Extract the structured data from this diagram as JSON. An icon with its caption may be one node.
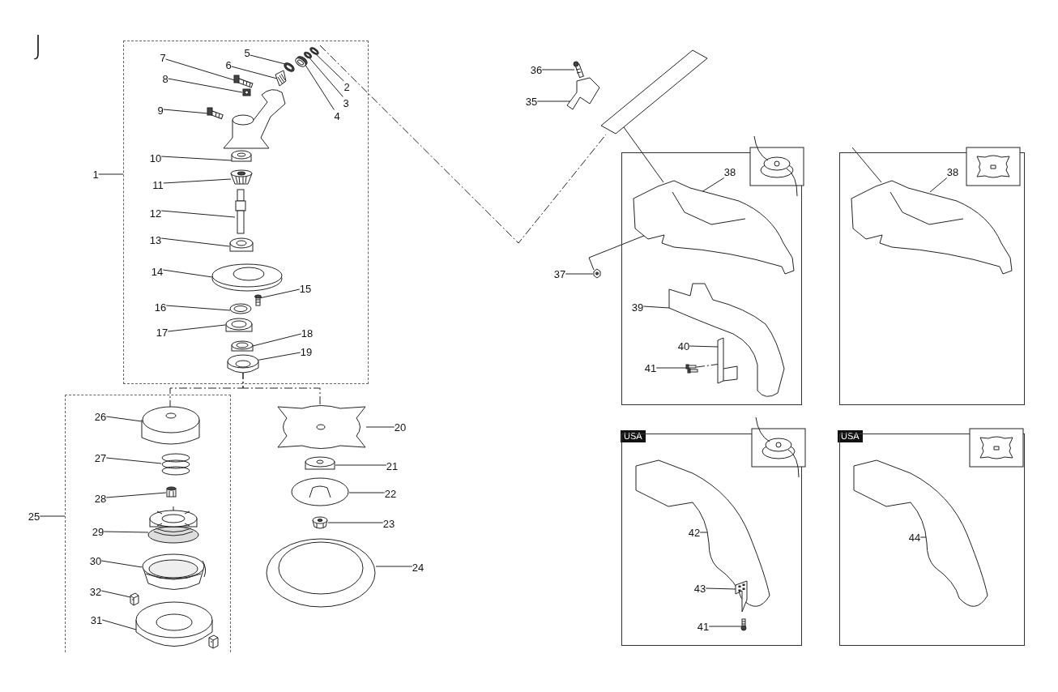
{
  "diagram": {
    "nodes": [
      {
        "text": [
          "1"
        ]
      },
      {
        "text": [
          "2"
        ],
        "in": 46
      },
      {
        "text": [
          "3"
        ],
        "in": 46
      },
      {
        "text": [
          "4"
        ],
        "in": 46
      },
      {
        "text": [
          "5"
        ],
        "in": 46
      },
      {
        "text": [
          "6"
        ],
        "in": 46
      },
      {
        "text": [
          "7"
        ],
        "in": 46
      },
      {
        "text": [
          "8"
        ],
        "in": 46
      },
      {
        "text": [
          "9"
        ],
        "in": 46
      },
      {
        "text": [
          "10"
        ],
        "in": 46
      },
      {
        "text": [
          "11"
        ],
        "in": 46
      },
      {
        "text": [
          "12"
        ],
        "in": 46
      },
      {
        "text": [
          "13"
        ],
        "in": 46
      },
      {
        "text": [
          "14"
        ],
        "in": 46
      },
      {
        "text": [
          "15"
        ],
        "in": 46
      },
      {
        "text": [
          "16"
        ],
        "in": 46
      },
      {
        "text": [
          "17"
        ],
        "in": 46
      },
      {
        "text": [
          "18"
        ],
        "in": 46
      },
      {
        "text": [
          "19"
        ],
        "in": 46
      },
      {
        "text": [
          "20"
        ]
      },
      {
        "text": [
          "21"
        ]
      },
      {
        "text": [
          "22"
        ]
      },
      {
        "text": [
          "23"
        ]
      },
      {
        "text": [
          "24"
        ]
      },
      {
        "text": [
          "25"
        ]
      },
      {
        "text": [
          "26"
        ],
        "in": 47
      },
      {
        "text": [
          "27"
        ],
        "in": 47
      },
      {
        "text": [
          "28"
        ],
        "in": 47
      },
      {
        "text": [
          "29"
        ],
        "in": 47
      },
      {
        "text": [
          "30"
        ],
        "in": 47
      },
      {
        "text": [
          "31"
        ],
        "in": 47
      },
      {
        "text": [
          "32"
        ],
        "in": 47
      },
      {
        "text": [
          "35"
        ]
      },
      {
        "text": [
          "36"
        ]
      },
      {
        "text": [
          "37"
        ]
      },
      {
        "text": [
          "38"
        ],
        "in": 48
      },
      {
        "text": [
          "38"
        ],
        "in": 49
      },
      {
        "text": [
          "39"
        ],
        "in": 48
      },
      {
        "text": [
          "40"
        ],
        "in": 48
      },
      {
        "text": [
          "41"
        ],
        "in": 48
      },
      {
        "text": [
          "42"
        ],
        "in": 50
      },
      {
        "text": [
          "43"
        ],
        "in": 50
      },
      {
        "text": [
          "41"
        ],
        "in": 50
      },
      {
        "text": [
          "44"
        ],
        "in": 51
      },
      {
        "text": [
          "USA"
        ]
      },
      {
        "text": [
          "USA"
        ]
      },
      {
        "text": [],
        "shape": "box"
      },
      {
        "text": [],
        "shape": "box"
      },
      {
        "text": [],
        "shape": "box"
      },
      {
        "text": [],
        "shape": "box"
      },
      {
        "text": [],
        "shape": "box"
      },
      {
        "text": [],
        "shape": "box"
      },
      {
        "text": [],
        "shape": "picture"
      },
      {
        "text": [],
        "shape": "picture"
      },
      {
        "text": [],
        "shape": "picture"
      },
      {
        "text": [],
        "shape": "picture"
      },
      {
        "text": [],
        "shape": "picture",
        "in": 46
      },
      {
        "text": [],
        "shape": "picture",
        "in": 46
      },
      {
        "text": [],
        "shape": "picture",
        "in": 46
      },
      {
        "text": [],
        "shape": "picture",
        "in": 46
      },
      {
        "text": [],
        "shape": "picture",
        "in": 46
      },
      {
        "text": [],
        "shape": "picture",
        "in": 46
      },
      {
        "text": [],
        "shape": "picture",
        "in": 46
      },
      {
        "text": [],
        "shape": "picture",
        "in": 46
      },
      {
        "text": [],
        "shape": "picture",
        "in": 46
      },
      {
        "text": [],
        "shape": "picture",
        "in": 46
      },
      {
        "text": [],
        "shape": "picture",
        "in": 46
      },
      {
        "text": [],
        "shape": "picture",
        "in": 46
      },
      {
        "text": [],
        "shape": "picture",
        "in": 46
      },
      {
        "text": [],
        "shape": "picture",
        "in": 46
      },
      {
        "text": [],
        "shape": "picture",
        "in": 46
      },
      {
        "text": [],
        "shape": "picture",
        "in": 46
      },
      {
        "text": [],
        "shape": "picture",
        "in": 46
      },
      {
        "text": [],
        "shape": "picture",
        "in": 46
      },
      {
        "text": [],
        "shape": "picture",
        "in": 46
      },
      {
        "text": [],
        "shape": "picture"
      },
      {
        "text": [],
        "shape": "picture"
      },
      {
        "text": [],
        "shape": "picture"
      },
      {
        "text": [],
        "shape": "picture"
      },
      {
        "text": [],
        "shape": "picture"
      },
      {
        "text": [],
        "shape": "picture",
        "in": 47
      },
      {
        "text": [],
        "shape": "picture",
        "in": 47
      },
      {
        "text": [],
        "shape": "picture",
        "in": 47
      },
      {
        "text": [],
        "shape": "picture",
        "in": 47
      },
      {
        "text": [],
        "shape": "picture",
        "in": 47
      },
      {
        "text": [],
        "shape": "picture",
        "in": 47
      },
      {
        "text": [],
        "shape": "picture",
        "in": 47
      },
      {
        "text": [],
        "shape": "picture",
        "in": 47
      },
      {
        "text": [],
        "shape": "picture"
      },
      {
        "text": [],
        "shape": "picture"
      },
      {
        "text": [],
        "shape": "picture"
      },
      {
        "text": [],
        "shape": "picture"
      },
      {
        "text": [],
        "shape": "picture",
        "in": 48
      },
      {
        "text": [],
        "shape": "picture",
        "in": 49
      },
      {
        "text": [],
        "shape": "picture",
        "in": 48
      },
      {
        "text": [],
        "shape": "picture",
        "in": 48
      },
      {
        "text": [],
        "shape": "picture",
        "in": 48
      },
      {
        "text": [],
        "shape": "picture",
        "in": 50
      },
      {
        "text": [],
        "shape": "picture",
        "in": 51
      },
      {
        "text": [],
        "shape": "picture",
        "in": 50
      },
      {
        "text": [],
        "shape": "picture",
        "in": 50
      }
    ],
    "edges": [
      {
        "from": 0,
        "to": 46,
        "arrow": "none"
      },
      {
        "from": 1,
        "to": 56,
        "arrow": "none"
      },
      {
        "from": 2,
        "to": 57,
        "arrow": "none"
      },
      {
        "from": 3,
        "to": 58,
        "arrow": "none"
      },
      {
        "from": 4,
        "to": 59,
        "arrow": "none"
      },
      {
        "from": 5,
        "to": 60,
        "arrow": "none"
      },
      {
        "from": 6,
        "to": 61,
        "arrow": "none"
      },
      {
        "from": 7,
        "to": 62,
        "arrow": "none"
      },
      {
        "from": 8,
        "to": 63,
        "arrow": "none"
      },
      {
        "from": 9,
        "to": 65,
        "arrow": "none"
      },
      {
        "from": 10,
        "to": 66,
        "arrow": "none"
      },
      {
        "from": 11,
        "to": 67,
        "arrow": "none"
      },
      {
        "from": 12,
        "to": 68,
        "arrow": "none"
      },
      {
        "from": 13,
        "to": 69,
        "arrow": "none"
      },
      {
        "from": 14,
        "to": 70,
        "arrow": "none"
      },
      {
        "from": 15,
        "to": 71,
        "arrow": "none"
      },
      {
        "from": 16,
        "to": 72,
        "arrow": "none"
      },
      {
        "from": 17,
        "to": 73,
        "arrow": "none"
      },
      {
        "from": 18,
        "to": 74,
        "arrow": "none"
      },
      {
        "from": 19,
        "to": 75,
        "arrow": "none"
      },
      {
        "from": 20,
        "to": 76,
        "arrow": "none"
      },
      {
        "from": 21,
        "to": 77,
        "arrow": "none"
      },
      {
        "from": 22,
        "to": 78,
        "arrow": "none"
      },
      {
        "from": 23,
        "to": 79,
        "arrow": "none"
      },
      {
        "from": 24,
        "to": 47,
        "arrow": "none"
      },
      {
        "from": 25,
        "to": 80,
        "arrow": "none"
      },
      {
        "from": 26,
        "to": 81,
        "arrow": "none"
      },
      {
        "from": 27,
        "to": 82,
        "arrow": "none"
      },
      {
        "from": 28,
        "to": 83,
        "arrow": "none"
      },
      {
        "from": 29,
        "to": 84,
        "arrow": "none"
      },
      {
        "from": 30,
        "to": 85,
        "arrow": "none"
      },
      {
        "from": 31,
        "to": 86,
        "arrow": "none"
      },
      {
        "from": 32,
        "to": 89,
        "arrow": "none"
      },
      {
        "from": 33,
        "to": 90,
        "arrow": "none"
      },
      {
        "from": 34,
        "to": 91,
        "arrow": "none"
      },
      {
        "from": 35,
        "to": 92,
        "arrow": "none"
      },
      {
        "from": 36,
        "to": 93,
        "arrow": "none"
      },
      {
        "from": 37,
        "to": 94,
        "arrow": "none"
      },
      {
        "from": 38,
        "to": 95,
        "arrow": "none"
      },
      {
        "from": 39,
        "to": 96,
        "arrow": "none"
      },
      {
        "from": 40,
        "to": 97,
        "arrow": "none"
      },
      {
        "from": 41,
        "to": 99,
        "arrow": "none"
      },
      {
        "from": 42,
        "to": 100,
        "arrow": "none"
      },
      {
        "from": 43,
        "to": 98,
        "arrow": "none"
      },
      {
        "from": 56,
        "to": 88,
        "arrow": "none",
        "style": "dashed"
      },
      {
        "from": 74,
        "to": 80,
        "arrow": "none",
        "style": "dashed"
      },
      {
        "from": 74,
        "to": 75,
        "arrow": "none",
        "style": "dashed"
      },
      {
        "from": 88,
        "to": 92,
        "arrow": "none"
      },
      {
        "from": null,
        "to": 93,
        "arrow": "none"
      },
      {
        "from": 91,
        "to": 92,
        "arrow": "none"
      },
      {
        "from": 96,
        "to": 95,
        "arrow": "none",
        "style": "dashed"
      }
    ],
    "labels": [
      "J"
    ]
  }
}
